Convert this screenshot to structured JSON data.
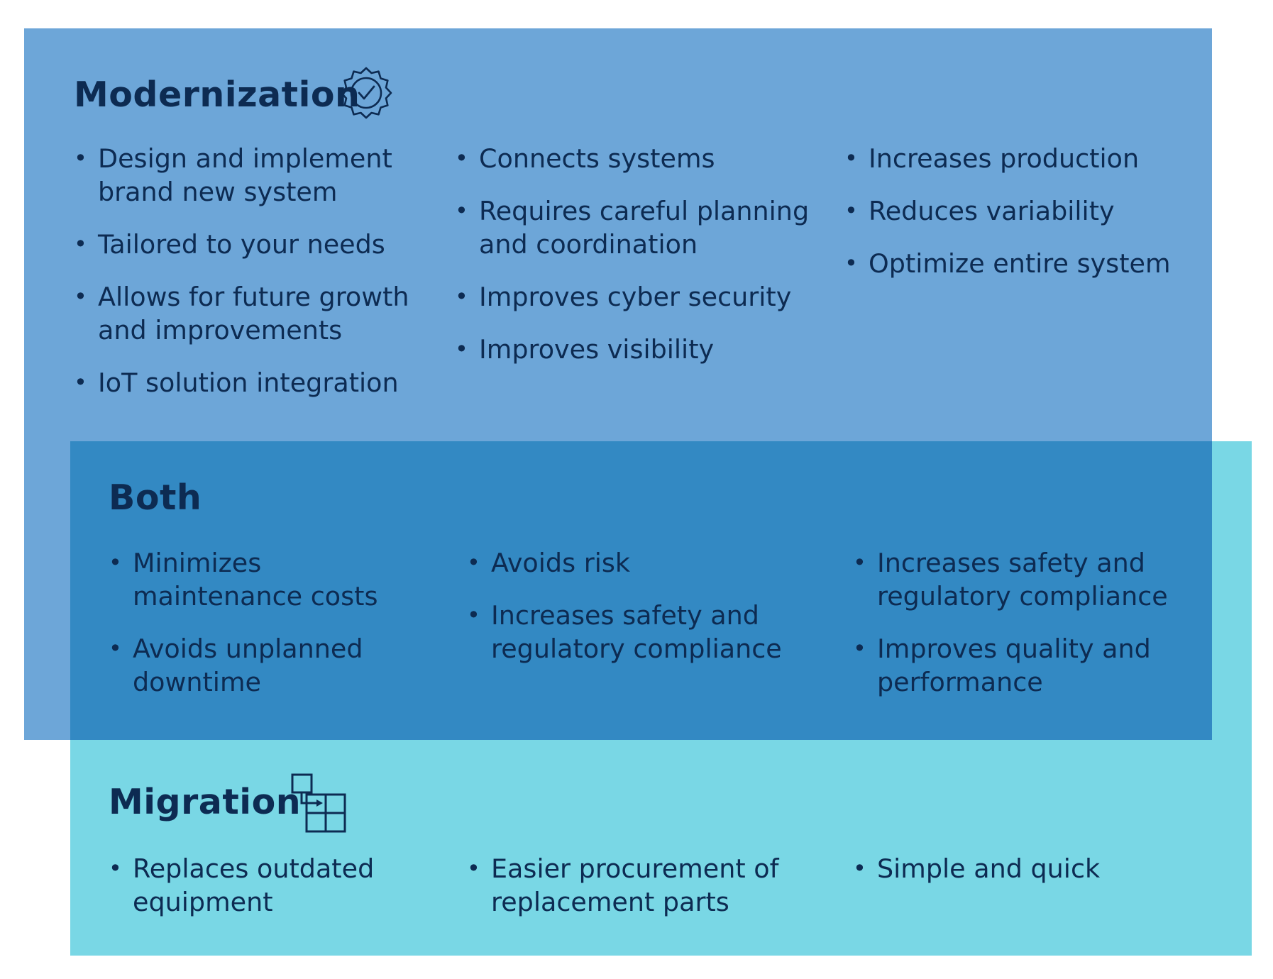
{
  "modernization": {
    "title": "Modernization",
    "icon": "verified-badge-icon",
    "columns": [
      [
        "Design and implement brand new system",
        "Tailored to your needs",
        "Allows for future growth and improvements",
        "IoT solution integration"
      ],
      [
        "Connects systems",
        "Requires careful planning and coordination",
        "Improves cyber security",
        "Improves visibility"
      ],
      [
        "Increases production",
        "Reduces variability",
        "Optimize entire system"
      ]
    ]
  },
  "both": {
    "title": "Both",
    "columns": [
      [
        "Minimizes maintenance costs",
        "Avoids unplanned downtime"
      ],
      [
        "Avoids risk",
        "Increases safety and regulatory compliance"
      ],
      [
        "Increases safety and regulatory compliance",
        "Improves quality and performance"
      ]
    ]
  },
  "migration": {
    "title": "Migration",
    "icon": "migration-squares-icon",
    "columns": [
      [
        "Replaces outdated equipment"
      ],
      [
        "Easier procurement of replacement parts"
      ],
      [
        "Simple and quick"
      ]
    ]
  },
  "colors": {
    "modernization": "#6da6d8",
    "both": "#3389c3",
    "migration": "#79d7e5",
    "text": "#0d2b52"
  }
}
